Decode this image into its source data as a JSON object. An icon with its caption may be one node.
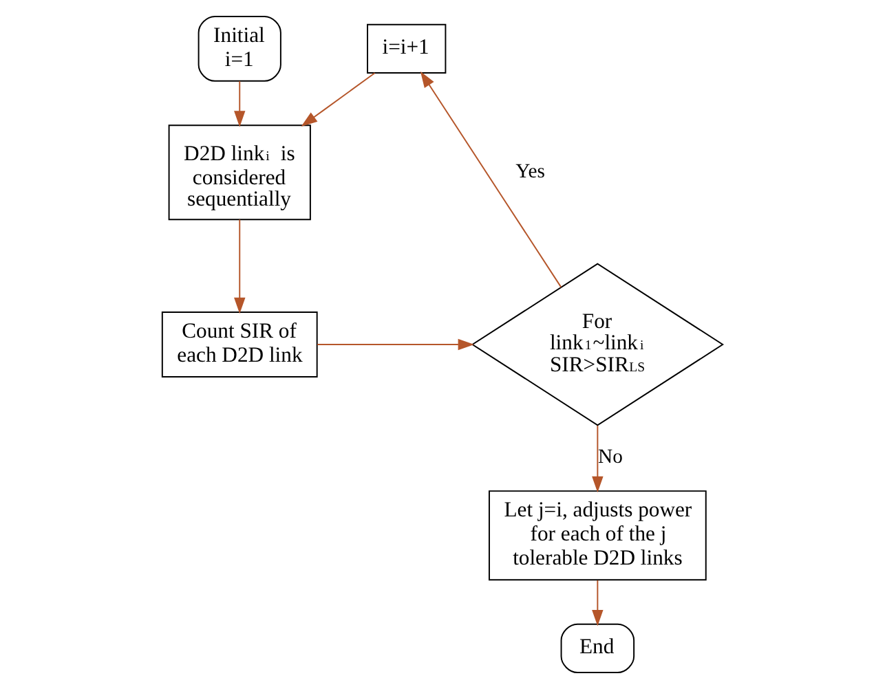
{
  "diagram": {
    "nodes": [
      {
        "text": [
          "Initial i=1"
        ]
      },
      {
        "text": [
          "D2D link$_{i}$ is considered sequentially"
        ]
      },
      {
        "text": [
          "Count SIR of each D2D link"
        ]
      },
      {
        "text": [
          "For link$_{1}$~link$_{i}$ SIR>SIR$_{LS}$"
        ]
      },
      {
        "text": [
          "i=i+1"
        ]
      },
      {
        "text": [
          "Let j=i, adjusts power for each of the j tolerable D2D links"
        ]
      },
      {
        "text": [
          "End"
        ]
      }
    ],
    "edges": [
      {
        "from": 0,
        "to": 1,
        "arrow": "to"
      },
      {
        "from": 1,
        "to": 2,
        "arrow": "to"
      },
      {
        "from": 2,
        "to": 3,
        "arrow": "to"
      },
      {
        "from": 3,
        "to": 4,
        "arrow": "to",
        "label": "Yes"
      },
      {
        "from": 4,
        "to": 1,
        "arrow": "to"
      },
      {
        "from": 3,
        "to": 5,
        "arrow": "to",
        "label": "No"
      },
      {
        "from": 5,
        "to": 6,
        "arrow": "to"
      }
    ]
  }
}
